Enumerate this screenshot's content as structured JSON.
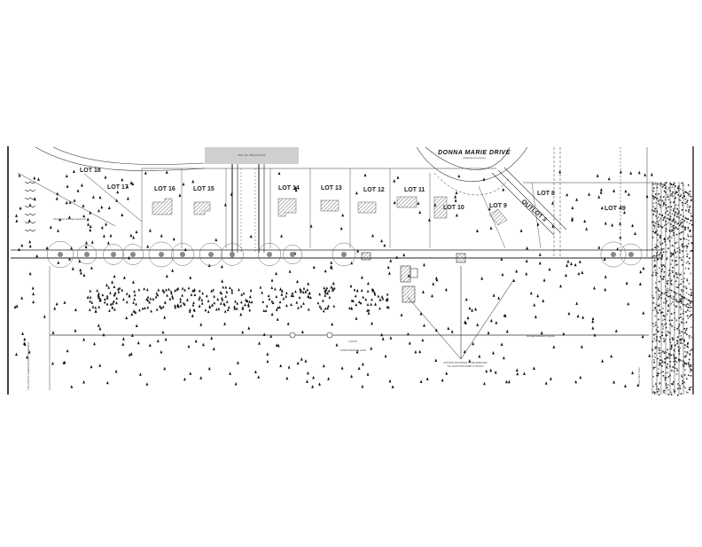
{
  "street": {
    "name": "DONNA MARIE DRIVE",
    "note": "(dedicated previously)"
  },
  "lots": [
    {
      "id": "lot-18",
      "label": "LOT 18"
    },
    {
      "id": "lot-17",
      "label": "LOT 17"
    },
    {
      "id": "lot-16",
      "label": "LOT 16"
    },
    {
      "id": "lot-15",
      "label": "LOT 15"
    },
    {
      "id": "lot-14",
      "label": "LOT 14"
    },
    {
      "id": "lot-13",
      "label": "LOT 13"
    },
    {
      "id": "lot-12",
      "label": "LOT 12"
    },
    {
      "id": "lot-11",
      "label": "LOT 11"
    },
    {
      "id": "lot-10",
      "label": "LOT 10"
    },
    {
      "id": "lot-9",
      "label": "LOT 9"
    },
    {
      "id": "lot-8",
      "label": "LOT 8"
    },
    {
      "id": "lot-49",
      "label": "LOT 49"
    }
  ],
  "outlot": "OUTLOT 3",
  "notes": {
    "existing_buildings": "EXISTING BUILDINGS TO BE REMOVED",
    "to_lights": "TO LIGHTS INDICATED (TYPICAL)",
    "dimension": "1,323.10",
    "road_centerline": "THOROUGHFARE LANE",
    "county_line": "TTH COUNTY SEWER DISTRICT EASEMENT",
    "drainage_easement": "Stormwater Drainage Easement",
    "plat_note": "DOC. NO. PRF-OUTLOTS",
    "buffer": "drainage easement (typical)",
    "east_label": "Line 1322.7 from"
  }
}
